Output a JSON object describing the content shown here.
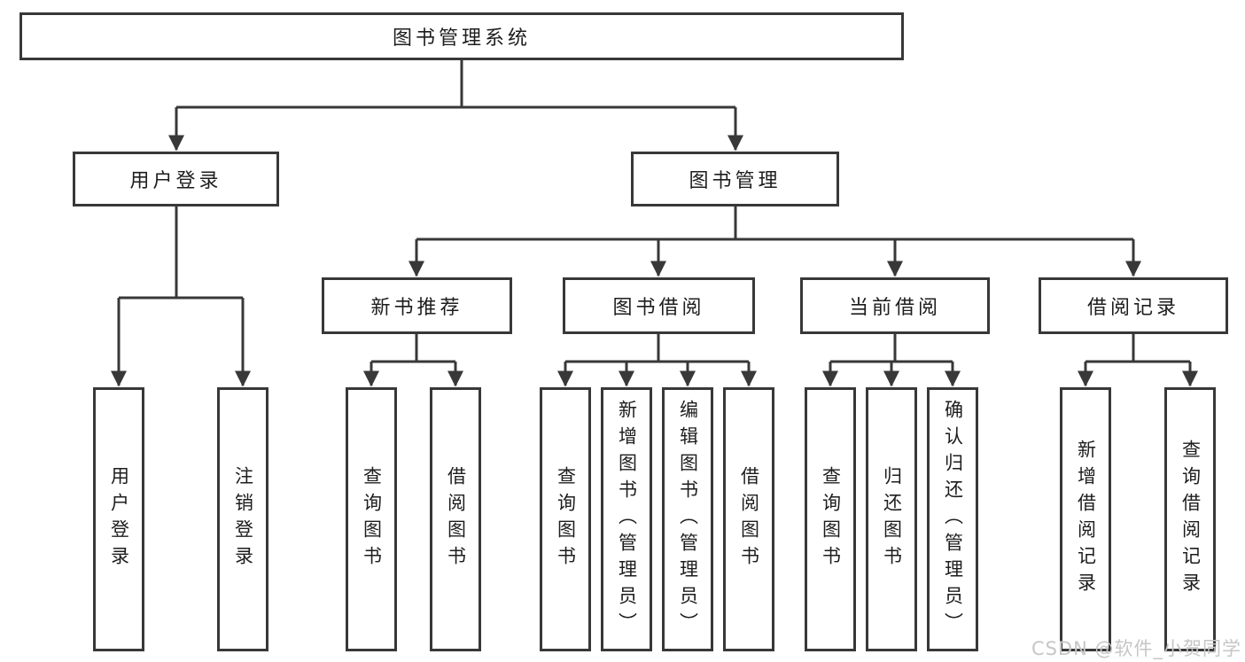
{
  "diagram": {
    "root": {
      "label": "图书管理系统"
    },
    "level2": [
      {
        "label": "用户登录"
      },
      {
        "label": "图书管理"
      }
    ],
    "level3": [
      {
        "label": "新书推荐"
      },
      {
        "label": "图书借阅"
      },
      {
        "label": "当前借阅"
      },
      {
        "label": "借阅记录"
      }
    ],
    "leaves": [
      {
        "label": "用户登录"
      },
      {
        "label": "注销登录"
      },
      {
        "label": "查询图书"
      },
      {
        "label": "借阅图书"
      },
      {
        "label": "查询图书"
      },
      {
        "label": "新增图书（管理员）"
      },
      {
        "label": "编辑图书（管理员）"
      },
      {
        "label": "借阅图书"
      },
      {
        "label": "查询图书"
      },
      {
        "label": "归还图书"
      },
      {
        "label": "确认归还（管理员）"
      },
      {
        "label": "新增借阅记录"
      },
      {
        "label": "查询借阅记录"
      }
    ]
  },
  "watermark": {
    "text": "CSDN @软件_小贺同学"
  },
  "colors": {
    "line": "#383838",
    "text": "#1d1d1d",
    "background": "#ffffff",
    "watermark": "#c6c6c6"
  }
}
